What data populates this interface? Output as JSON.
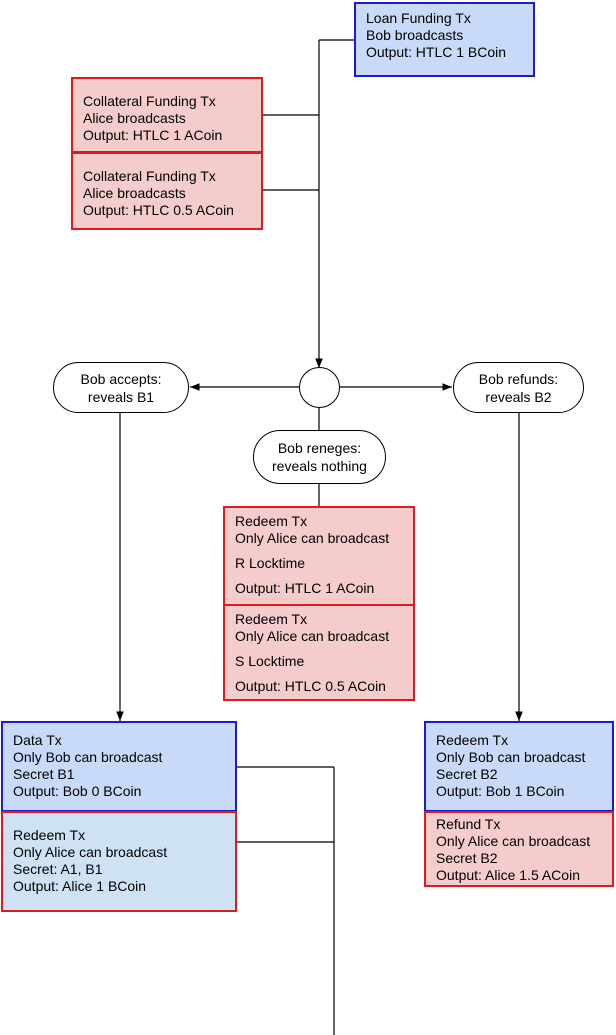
{
  "loan_funding": {
    "title": "Loan Funding Tx",
    "actor": "Bob broadcasts",
    "output": "Output: HTLC 1 BCoin"
  },
  "collateral_1": {
    "title": "Collateral Funding Tx",
    "actor": "Alice broadcasts",
    "output": "Output: HTLC 1 ACoin"
  },
  "collateral_2": {
    "title": "Collateral Funding Tx",
    "actor": "Alice broadcasts",
    "output": "Output: HTLC 0.5 ACoin"
  },
  "bob_accepts": {
    "line1": "Bob accepts:",
    "line2": "reveals B1"
  },
  "bob_refunds": {
    "line1": "Bob refunds:",
    "line2": "reveals B2"
  },
  "bob_reneges": {
    "line1": "Bob reneges:",
    "line2": "reveals nothing"
  },
  "redeem_r": {
    "title": "Redeem Tx",
    "actor": "Only Alice can broadcast",
    "locktime": "R Locktime",
    "output": "Output: HTLC 1 ACoin"
  },
  "redeem_s": {
    "title": "Redeem Tx",
    "actor": "Only Alice can broadcast",
    "locktime": "S Locktime",
    "output": "Output: HTLC 0.5 ACoin"
  },
  "data_tx": {
    "title": "Data Tx",
    "actor": "Only Bob can broadcast",
    "secret": "Secret B1",
    "output": "Output: Bob 0 BCoin"
  },
  "redeem_alice": {
    "title": "Redeem Tx",
    "actor": "Only Alice can broadcast",
    "secret": "Secret: A1, B1",
    "output": "Output: Alice 1 BCoin"
  },
  "redeem_bob": {
    "title": "Redeem Tx",
    "actor": "Only Bob can broadcast",
    "secret": "Secret B2",
    "output": "Output: Bob 1 BCoin"
  },
  "refund_tx": {
    "title": "Refund Tx",
    "actor": "Only Alice can broadcast",
    "secret": "Secret B2",
    "output": "Output: Alice 1.5 ACoin"
  },
  "colors": {
    "blue_fill": "#c9daf8",
    "blue_border": "#1c1cd1",
    "light_blue_fill": "#cfe2f3",
    "red_fill": "#f4cccc",
    "red_border": "#e01b1b"
  }
}
